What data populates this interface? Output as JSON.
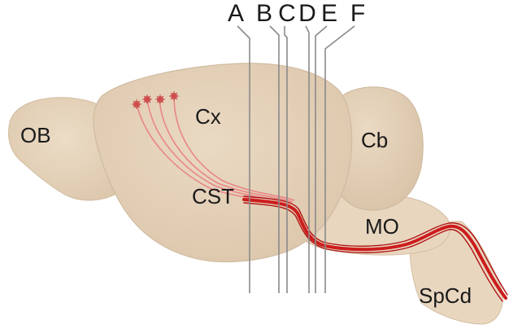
{
  "regions": {
    "ob": "OB",
    "cx": "Cx",
    "cb": "Cb",
    "cst": "CST",
    "mo": "MO",
    "spcd": "SpCd"
  },
  "planes": {
    "a": "A",
    "b": "B",
    "c": "C",
    "d": "D",
    "e": "E",
    "f": "F"
  },
  "colors": {
    "tissue": "#e6d3bb",
    "tissue_shade": "#d9c4a8",
    "outline": "#cdb79c",
    "tract": "#d42020",
    "tract_light": "#e98686",
    "plane_line": "#8a8a8a"
  }
}
